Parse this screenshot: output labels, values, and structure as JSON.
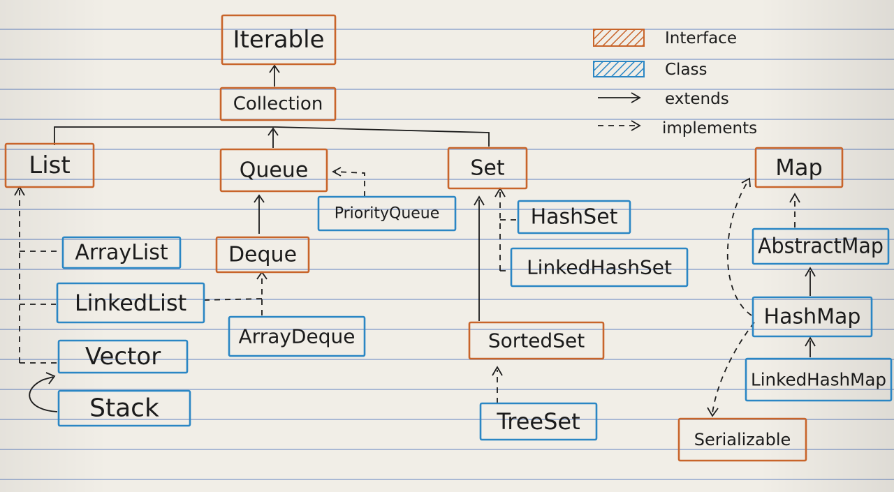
{
  "diagram": {
    "nodes": [
      {
        "id": "iterable",
        "label": "Iterable",
        "kind": "interface"
      },
      {
        "id": "collection",
        "label": "Collection",
        "kind": "interface"
      },
      {
        "id": "list",
        "label": "List",
        "kind": "interface"
      },
      {
        "id": "queue",
        "label": "Queue",
        "kind": "interface"
      },
      {
        "id": "set",
        "label": "Set",
        "kind": "interface"
      },
      {
        "id": "priority-queue",
        "label": "PriorityQueue",
        "kind": "class"
      },
      {
        "id": "hash-set",
        "label": "HashSet",
        "kind": "class"
      },
      {
        "id": "linked-hash-set",
        "label": "LinkedHashSet",
        "kind": "class"
      },
      {
        "id": "array-list",
        "label": "ArrayList",
        "kind": "class"
      },
      {
        "id": "linked-list",
        "label": "LinkedList",
        "kind": "class"
      },
      {
        "id": "vector",
        "label": "Vector",
        "kind": "class"
      },
      {
        "id": "stack",
        "label": "Stack",
        "kind": "class"
      },
      {
        "id": "deque",
        "label": "Deque",
        "kind": "interface"
      },
      {
        "id": "array-deque",
        "label": "ArrayDeque",
        "kind": "class"
      },
      {
        "id": "sorted-set",
        "label": "SortedSet",
        "kind": "interface"
      },
      {
        "id": "tree-set",
        "label": "TreeSet",
        "kind": "class"
      },
      {
        "id": "map",
        "label": "Map",
        "kind": "interface"
      },
      {
        "id": "abstract-map",
        "label": "AbstractMap",
        "kind": "class"
      },
      {
        "id": "hash-map",
        "label": "HashMap",
        "kind": "class"
      },
      {
        "id": "linked-hash-map",
        "label": "LinkedHashMap",
        "kind": "class"
      },
      {
        "id": "serializable",
        "label": "Serializable",
        "kind": "interface"
      }
    ],
    "edges": [
      {
        "from": "collection",
        "to": "iterable",
        "type": "extends"
      },
      {
        "from": "list",
        "to": "collection",
        "type": "extends"
      },
      {
        "from": "queue",
        "to": "collection",
        "type": "extends"
      },
      {
        "from": "set",
        "to": "collection",
        "type": "extends"
      },
      {
        "from": "priority-queue",
        "to": "queue",
        "type": "implements"
      },
      {
        "from": "deque",
        "to": "queue",
        "type": "extends"
      },
      {
        "from": "array-deque",
        "to": "deque",
        "type": "implements"
      },
      {
        "from": "linked-list",
        "to": "deque",
        "type": "implements"
      },
      {
        "from": "array-list",
        "to": "list",
        "type": "implements"
      },
      {
        "from": "linked-list",
        "to": "list",
        "type": "implements"
      },
      {
        "from": "vector",
        "to": "list",
        "type": "implements"
      },
      {
        "from": "stack",
        "to": "vector",
        "type": "extends"
      },
      {
        "from": "hash-set",
        "to": "set",
        "type": "implements"
      },
      {
        "from": "linked-hash-set",
        "to": "set",
        "type": "implements"
      },
      {
        "from": "sorted-set",
        "to": "set",
        "type": "extends"
      },
      {
        "from": "tree-set",
        "to": "sorted-set",
        "type": "implements"
      },
      {
        "from": "abstract-map",
        "to": "map",
        "type": "implements"
      },
      {
        "from": "hash-map",
        "to": "abstract-map",
        "type": "extends"
      },
      {
        "from": "linked-hash-map",
        "to": "hash-map",
        "type": "extends"
      },
      {
        "from": "hash-map",
        "to": "map",
        "type": "implements"
      },
      {
        "from": "hash-map",
        "to": "serializable",
        "type": "implements"
      }
    ]
  },
  "legend": {
    "interface_label": "Interface",
    "class_label": "Class",
    "extends_label": "extends",
    "implements_label": "implements"
  },
  "colors": {
    "interface": "#c8642a",
    "class": "#2a86c4",
    "ink": "#1b1b1b",
    "paper": "#f1eee7",
    "rule": "#a9b8d4"
  }
}
